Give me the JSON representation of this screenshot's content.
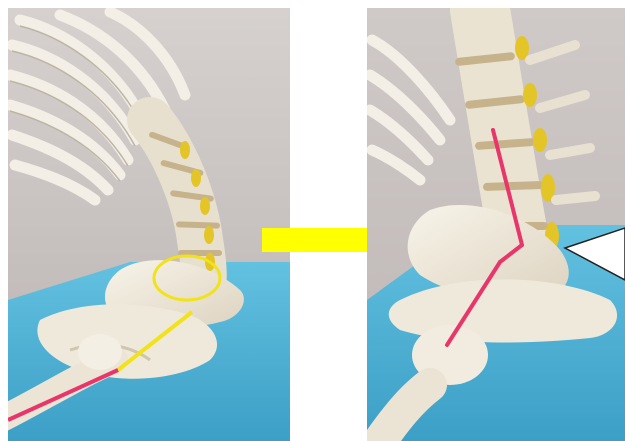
{
  "image": {
    "description_free": true
  },
  "colors": {
    "background": "#ffffff",
    "wall": "#c9c4c2",
    "table": "#4fb2d6",
    "bone": "#f1ece1",
    "bone_shade": "#d9d0bd",
    "disc": "#c8b58d",
    "nerve": "#e6c62a",
    "arrow": "#ffff00",
    "angle_line": "#e8366a",
    "marker": "#f2e21a"
  },
  "panels": [
    {
      "id": "before"
    },
    {
      "id": "after"
    }
  ],
  "arrow": {
    "direction": "right"
  }
}
